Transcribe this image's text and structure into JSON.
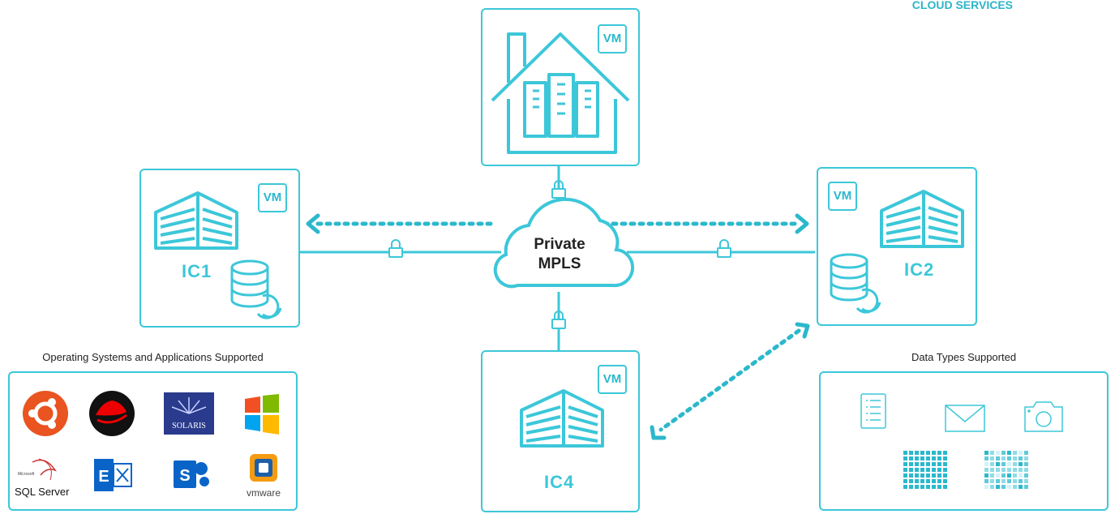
{
  "header": {
    "top_right_caption": "CLOUD SERVICES"
  },
  "cloud": {
    "line1": "Private",
    "line2": "MPLS"
  },
  "nodes": {
    "hq": {
      "vm_label": "VM"
    },
    "ic1": {
      "label": "IC1",
      "vm_label": "VM"
    },
    "ic2": {
      "label": "IC2",
      "vm_label": "VM"
    },
    "ic4": {
      "label": "IC4",
      "vm_label": "VM"
    }
  },
  "os_panel": {
    "caption": "Operating Systems and Applications Supported",
    "logos": [
      {
        "name": "ubuntu",
        "text": ""
      },
      {
        "name": "red-hat",
        "text": ""
      },
      {
        "name": "solaris",
        "text": "SOLARIS"
      },
      {
        "name": "windows",
        "text": ""
      },
      {
        "name": "sql-server",
        "text": "SQL Server",
        "subtext": "Microsoft"
      },
      {
        "name": "exchange",
        "text": "E"
      },
      {
        "name": "sharepoint",
        "text": "S"
      },
      {
        "name": "vmware",
        "text": "vmware"
      }
    ]
  },
  "data_panel": {
    "caption": "Data Types Supported",
    "icons": [
      "document-icon",
      "mail-icon",
      "camera-icon",
      "structured-data-icon",
      "unstructured-data-icon"
    ]
  },
  "colors": {
    "accent": "#3cc7d9",
    "dark_accent": "#2bb8cc"
  }
}
